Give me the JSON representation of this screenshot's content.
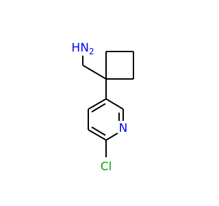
{
  "colors": {
    "background": "#ffffff",
    "bond": "#000000",
    "nitrogen": "#0000ff",
    "chlorine": "#00aa00"
  },
  "atoms": {
    "amine": "NH2",
    "amine_h": "H",
    "amine_n": "N",
    "amine_subscript": "2",
    "pyridine_nitrogen": "N",
    "chlorine": "Cl"
  }
}
